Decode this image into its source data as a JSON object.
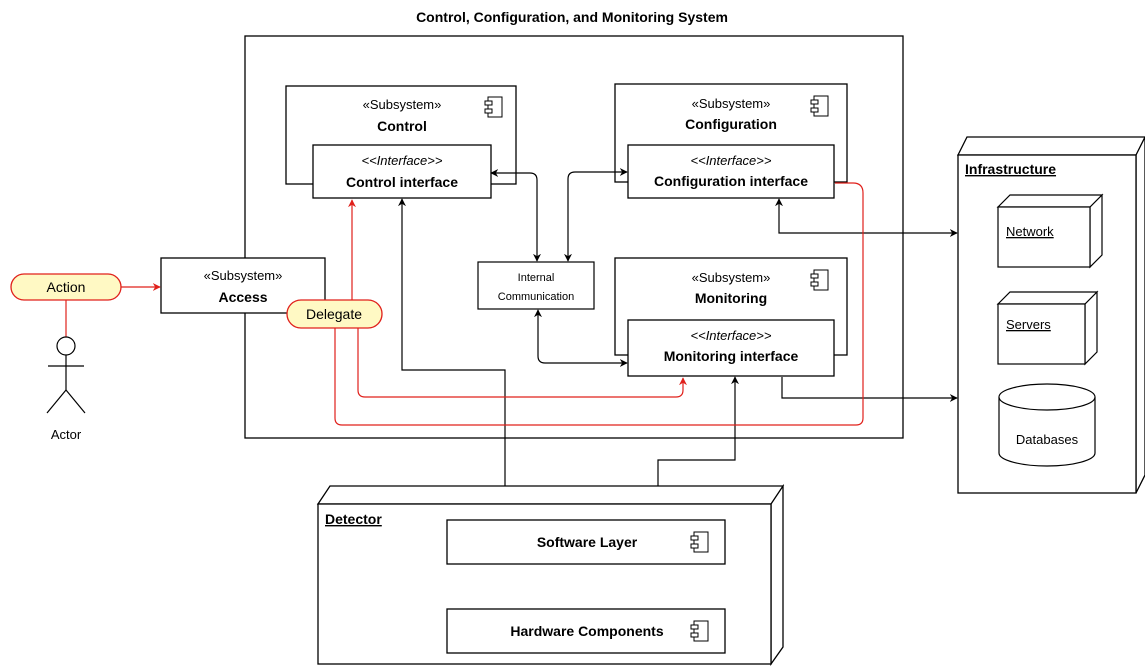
{
  "title": "Control, Configuration, and Monitoring System",
  "subsystems": {
    "control": {
      "stereotype": "«Subsystem»",
      "name": "Control"
    },
    "configuration": {
      "stereotype": "«Subsystem»",
      "name": "Configuration"
    },
    "monitoring": {
      "stereotype": "«Subsystem»",
      "name": "Monitoring"
    },
    "access": {
      "stereotype": "«Subsystem»",
      "name": "Access"
    }
  },
  "interfaces": {
    "control": {
      "stereotype": "<<Interface>>",
      "name": "Control interface"
    },
    "configuration": {
      "stereotype": "<<Interface>>",
      "name": "Configuration interface"
    },
    "monitoring": {
      "stereotype": "<<Interface>>",
      "name": "Monitoring interface"
    }
  },
  "internal_communication": {
    "line1": "Internal",
    "line2": "Communication"
  },
  "actor": {
    "name": "Actor",
    "action": "Action",
    "delegate": "Delegate"
  },
  "infrastructure": {
    "title": "Infrastructure",
    "network": "Network",
    "servers": "Servers",
    "databases": "Databases"
  },
  "detector": {
    "title": "Detector",
    "software_layer": "Software Layer",
    "hardware_components": "Hardware Components"
  },
  "colors": {
    "highlight_stroke": "#e0201b",
    "highlight_fill": "#fff9c4",
    "line": "#000000"
  },
  "icons": [
    "component-icon",
    "actor-stick-figure-icon",
    "cube-node-icon",
    "database-cylinder-icon"
  ]
}
